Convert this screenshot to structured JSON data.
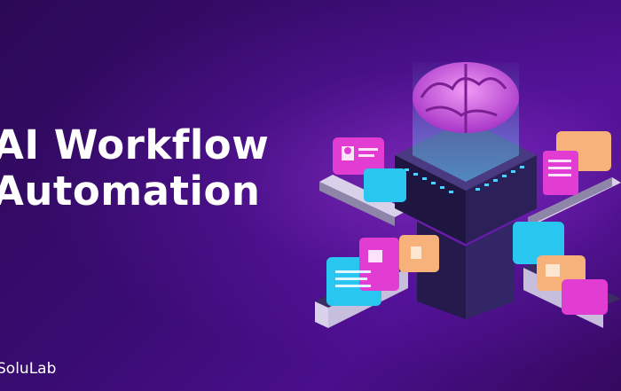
{
  "banner": {
    "headline_line1": "AI Workflow",
    "headline_line2": "Automation",
    "brand": "SoluLab"
  },
  "illustration": {
    "icons": [
      "brain-icon",
      "server-hub-icon",
      "conveyor-belt-icon",
      "chat-bubble-icon",
      "user-profile-icon",
      "image-icon",
      "document-icon"
    ]
  },
  "colors": {
    "background": "#3a0c74",
    "accent_pink": "#e23dd2",
    "accent_cyan": "#29c6f0",
    "accent_orange": "#f6b27a",
    "brain": "#d86ae6",
    "text": "#ffffff"
  }
}
